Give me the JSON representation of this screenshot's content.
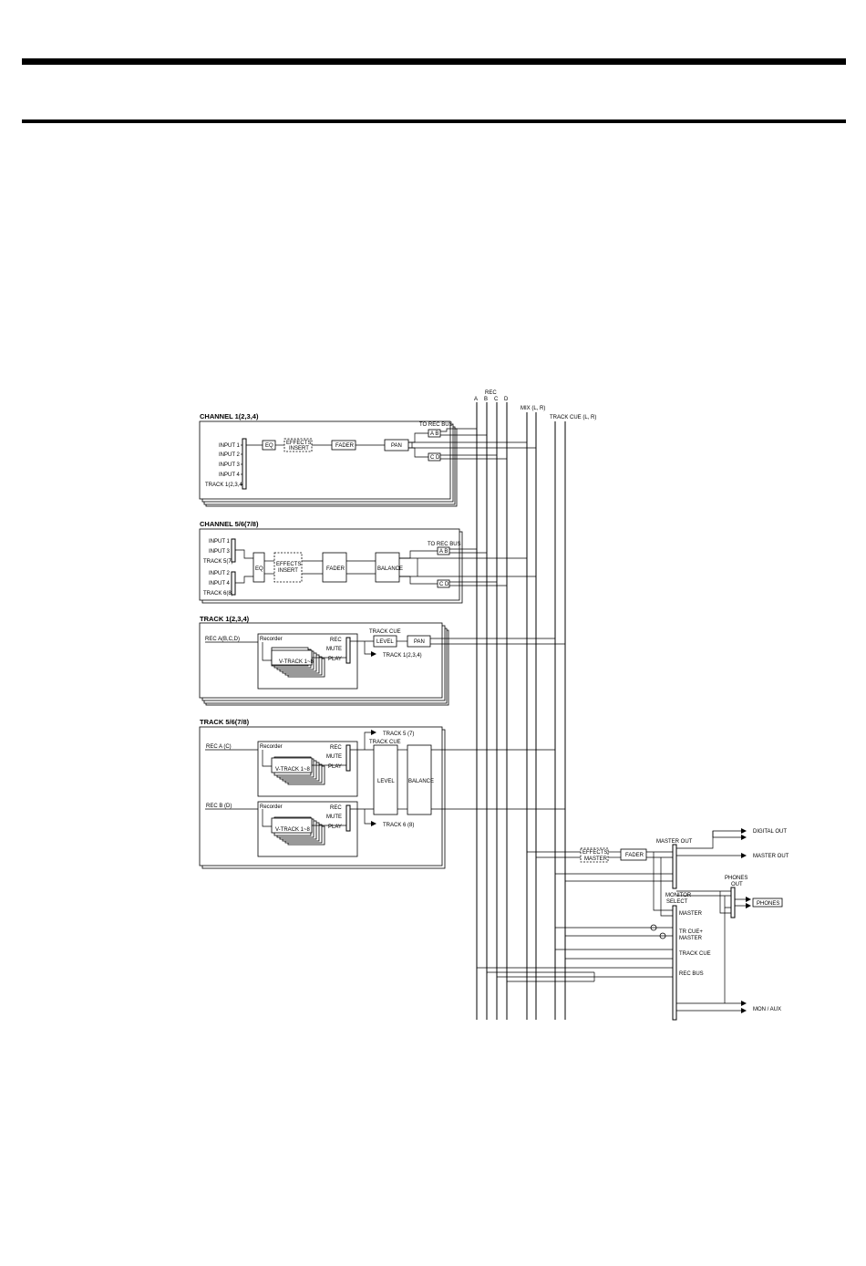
{
  "buses": {
    "rec_title": "REC",
    "letters": [
      "A",
      "B",
      "C",
      "D"
    ],
    "mix": "MIX (L, R)",
    "track_cue": "TRACK CUE (L, R)"
  },
  "channel_1234": {
    "title": "CHANNEL 1(2,3,4)",
    "inputs": [
      "INPUT 1",
      "INPUT 2",
      "INPUT 3",
      "INPUT 4",
      "TRACK 1(2,3,4)"
    ],
    "eq": "EQ",
    "effects_insert": [
      "EFFECTS",
      "INSERT"
    ],
    "fader": "FADER",
    "pan": "PAN",
    "to_rec_bus": "TO REC BUS",
    "ab": "A B",
    "cd": "C D"
  },
  "channel_5678": {
    "title": "CHANNEL 5/6(7/8)",
    "inputs_top": [
      "INPUT 1",
      "INPUT 3",
      "TRACK 5(7)"
    ],
    "inputs_bottom": [
      "INPUT 2",
      "INPUT 4",
      "TRACK 6(8)"
    ],
    "eq": "EQ",
    "effects_insert": [
      "EFFECTS",
      "INSERT"
    ],
    "fader": "FADER",
    "balance": "BALANCE",
    "to_rec_bus": "TO REC BUS",
    "ab": "A B",
    "cd": "C D"
  },
  "track_1234": {
    "title": "TRACK 1(2,3,4)",
    "rec_in": "REC A(B,C,D)",
    "recorder": "Recorder",
    "vtrack": "V-TRACK 1~8",
    "rec": "REC",
    "mute": "MUTE",
    "play": "PLAY",
    "track_cue": "TRACK CUE",
    "level": "LEVEL",
    "pan": "PAN",
    "out": "TRACK 1(2,3,4)"
  },
  "track_5678": {
    "title": "TRACK 5/6(7/8)",
    "rec_a": "REC A (C)",
    "rec_b": "REC B (D)",
    "recorder": "Recorder",
    "vtrack": "V-TRACK 1~8",
    "rec": "REC",
    "mute": "MUTE",
    "play": "PLAY",
    "track_cue": "TRACK CUE",
    "level": "LEVEL",
    "balance": "BALANCE",
    "out_top": "TRACK 5 (7)",
    "out_bottom": "TRACK 6 (8)"
  },
  "master": {
    "effects_master": [
      "EFFECTS",
      "MASTER"
    ],
    "fader": "FADER",
    "master_out": "MASTER OUT",
    "monitor_select": [
      "MONITOR",
      "SELECT"
    ],
    "sel_master": "MASTER",
    "sel_trcue": [
      "TR CUE+",
      "MASTER"
    ],
    "sel_track_cue": "TRACK CUE",
    "sel_rec_bus": "REC BUS",
    "phones_out": [
      "PHONES",
      "OUT"
    ],
    "outputs": {
      "digital_out": "DIGITAL OUT",
      "master_out": "MASTER OUT",
      "phones": "PHONES",
      "mon_aux": "MON / AUX"
    }
  }
}
